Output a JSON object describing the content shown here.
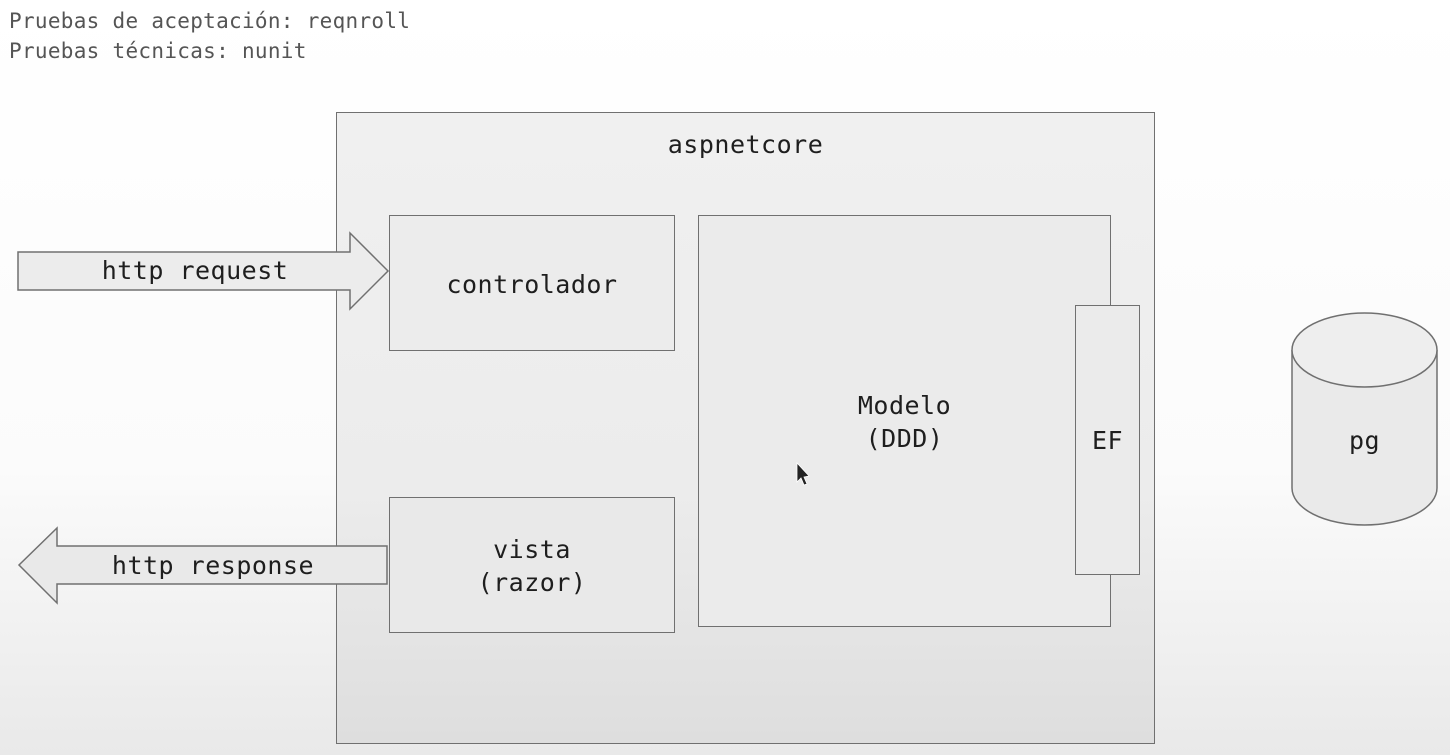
{
  "notes": {
    "line1": "Pruebas de aceptación: reqnroll",
    "line2": "Pruebas técnicas: nunit"
  },
  "diagram": {
    "container_label": "aspnetcore",
    "controller_label": "controlador",
    "view_label_line1": "vista",
    "view_label_line2": "(razor)",
    "model_label_line1": "Modelo",
    "model_label_line2": "(DDD)",
    "ef_label": "EF",
    "database_label": "pg",
    "request_arrow_label": "http request",
    "response_arrow_label": "http response"
  },
  "colors": {
    "box_fill": "#ececec",
    "box_stroke": "#707070",
    "text": "#1e1e1e"
  }
}
